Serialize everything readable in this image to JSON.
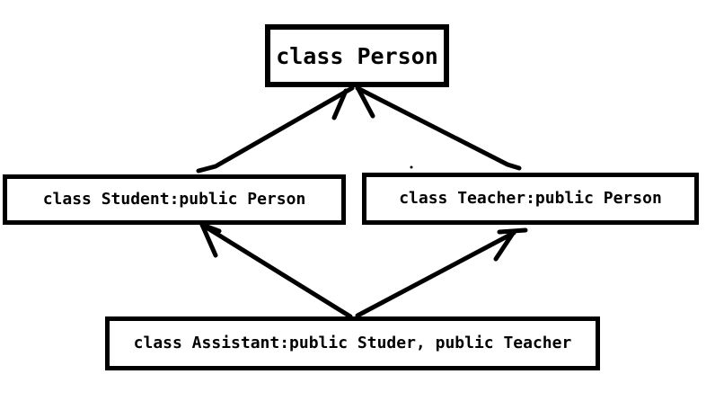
{
  "canvas": {
    "background_color": "#ffffff",
    "ink_color": "#000000"
  },
  "diagram": {
    "type": "class-inheritance-diagram",
    "nodes": [
      {
        "id": "person",
        "label": "class Person"
      },
      {
        "id": "student",
        "label": "class Student:public Person"
      },
      {
        "id": "teacher",
        "label": "class Teacher:public Person"
      },
      {
        "id": "assistant",
        "label": "class Assistant:public Studer, public Teacher"
      }
    ],
    "edges": [
      {
        "from": "student",
        "to": "person"
      },
      {
        "from": "teacher",
        "to": "person"
      },
      {
        "from": "assistant",
        "to": "student"
      },
      {
        "from": "assistant",
        "to": "teacher"
      }
    ]
  }
}
